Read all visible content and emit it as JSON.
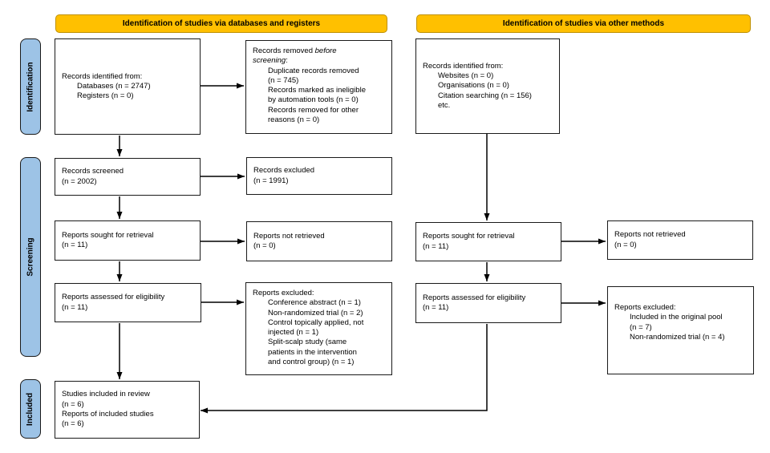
{
  "colors": {
    "header_fill": "#FFC000",
    "header_border": "#BF9000",
    "stage_fill": "#9DC3E6",
    "stage_border": "#1a1a1a",
    "box_border": "#1a1a1a",
    "arrow": "#000000"
  },
  "headers": {
    "databases": "Identification of studies via databases and registers",
    "other": "Identification of studies via other methods"
  },
  "sidebar": {
    "identification": "Identification",
    "screening": "Screening",
    "included": "Included"
  },
  "left": {
    "identified": {
      "lines": [
        "Records identified from:",
        "Databases (n = 2747)",
        "Registers (n = 0)"
      ]
    },
    "removed": {
      "pre": "Records removed ",
      "italic1": "before",
      "italic2": "screening",
      "post": ":",
      "lines": [
        "Duplicate records removed",
        "(n = 745)",
        "Records marked as ineligible",
        "by automation tools (n = 0)",
        "Records removed for other",
        "reasons (n = 0)"
      ]
    },
    "screened": {
      "lines": [
        "Records screened",
        "(n = 2002)"
      ]
    },
    "records_excluded": {
      "lines": [
        "Records excluded",
        "(n = 1991)"
      ]
    },
    "sought": {
      "lines": [
        "Reports sought for retrieval",
        "(n = 11)"
      ]
    },
    "not_retrieved": {
      "lines": [
        "Reports not retrieved",
        "(n = 0)"
      ]
    },
    "assessed": {
      "lines": [
        "Reports assessed for eligibility",
        "(n = 11)"
      ]
    },
    "reports_excluded": {
      "lines": [
        "Reports excluded:",
        "Conference abstract (n = 1)",
        "Non-randomized trial (n = 2)",
        "Control topically applied, not",
        "injected (n = 1)",
        "Split-scalp study (same",
        "patients in the intervention",
        "and control group) (n = 1)"
      ]
    },
    "included": {
      "lines": [
        "Studies included in review",
        "(n = 6)",
        "Reports of included studies",
        "(n = 6)"
      ]
    }
  },
  "other": {
    "identified": {
      "lines": [
        "Records identified from:",
        "Websites (n = 0)",
        "Organisations (n = 0)",
        "Citation searching (n = 156)",
        "etc."
      ]
    },
    "sought": {
      "lines": [
        "Reports sought for retrieval",
        "(n = 11)"
      ]
    },
    "not_retrieved": {
      "lines": [
        "Reports not retrieved",
        "(n = 0)"
      ]
    },
    "assessed": {
      "lines": [
        "Reports assessed for eligibility",
        "(n = 11)"
      ]
    },
    "reports_excluded": {
      "lines": [
        "Reports excluded:",
        "Included in the original pool",
        "(n = 7)",
        "Non-randomized trial (n = 4)"
      ]
    }
  }
}
